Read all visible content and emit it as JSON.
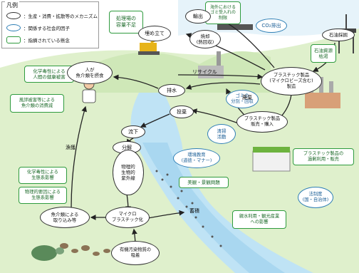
{
  "legend": {
    "title": "凡例",
    "items": [
      {
        "label": "：生産・消費・拡散等のメカニズム",
        "style": "black-ellipse"
      },
      {
        "label": "：関係する社会的因子",
        "style": "blue-ellipse"
      },
      {
        "label": "：指摘されている懸念",
        "style": "green-box"
      }
    ]
  },
  "mechanisms": {
    "landfill": "埋め立て",
    "export": "輸出",
    "incineration": "焼却\n(熱回収)",
    "oil_mining": "石油採掘",
    "plastic_products": "プラスチック製品\n(マイクロビーズ含む)\n製造",
    "drainage": "排水",
    "human_fish": "人が\n魚介類を摂食",
    "dumping": "投棄",
    "sales_purchase": "プラスチック製品\n販売・購入",
    "runoff": "流下",
    "decomposition": "分解",
    "decomp_factors": "物理的\n生物的\n紫外線",
    "fish_intake": "魚介類による\n取り込み等",
    "microplastic": "マイクロ\nプラスチック化",
    "adsorption": "有機汚染物質の\n吸着"
  },
  "social_factors": {
    "co2": "CO₂排出",
    "waste_separation": "ゴミの\n分別・回収",
    "cleanup": "清掃\n活動",
    "env_education": "環境教育\n(道徳・マナー)",
    "law": "法制度\n(国・自治体)"
  },
  "concerns": {
    "landfill_capacity": "処理場の\n容量不足",
    "overseas_restriction": "海外における\nゴミ受入れの\n制限",
    "resource_depletion": "石油資源\n枯渇",
    "chem_health": "化学毒性による\n人間の健康被害",
    "rumor": "風評被害等による\n魚介類の消費減",
    "eco_chem": "化学毒性による\n生態系影響",
    "eco_physical": "物理的要因による\n生態系影響",
    "aesthetics": "美観・景観問題",
    "overproduction": "プラスチック製品の\n過剰利用・販売",
    "tourism": "親水利用・観光産業\nへの影響"
  },
  "labels": {
    "recycle": "リサイクル",
    "disposal": "廃棄",
    "fishing": "漁獲",
    "accumulation": "蓄積"
  }
}
